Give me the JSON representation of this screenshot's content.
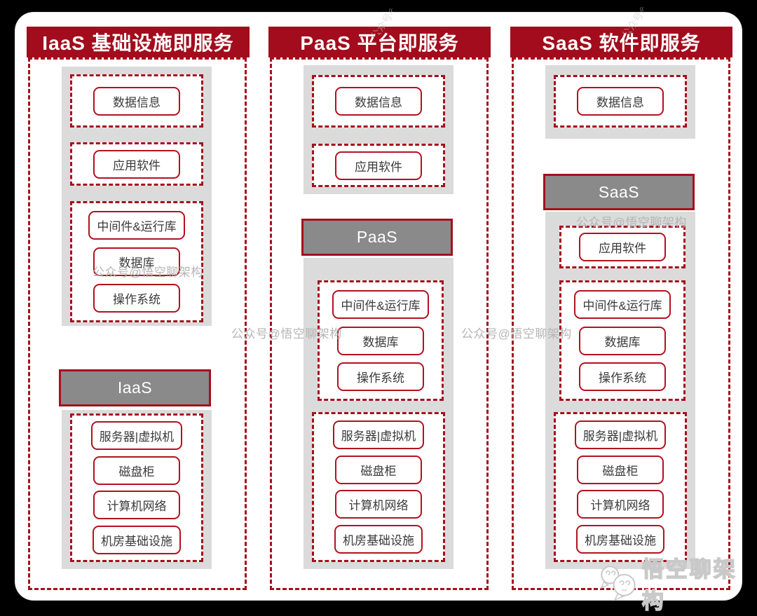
{
  "columns": [
    {
      "header": "IaaS 基础设施即服务",
      "bar_label": "IaaS"
    },
    {
      "header": "PaaS 平台即服务",
      "bar_label": "PaaS"
    },
    {
      "header": "SaaS 软件即服务",
      "bar_label": "SaaS"
    }
  ],
  "labels": {
    "data_info": "数据信息",
    "app_software": "应用软件",
    "middleware": "中间件&运行库",
    "database": "数据库",
    "os": "操作系统",
    "server_vm": "服务器|虚拟机",
    "disk": "磁盘柜",
    "network": "计算机网络",
    "datacenter": "机房基础设施"
  },
  "watermark": {
    "text": "公众号@悟空聊架构"
  },
  "logo": {
    "text": "悟空聊架构",
    "icon": "chat-bubbles-icon"
  },
  "colors": {
    "header_red": "#A20C1C",
    "dashed_border_red": "#A5101E",
    "item_border_red": "#B2121F",
    "panel_grey": "#DBDBDB",
    "bar_grey": "#8A8A8A",
    "item_text": "#3a3a3a",
    "watermark_grey": "#b5b5b5",
    "card_bg": "#ffffff"
  }
}
